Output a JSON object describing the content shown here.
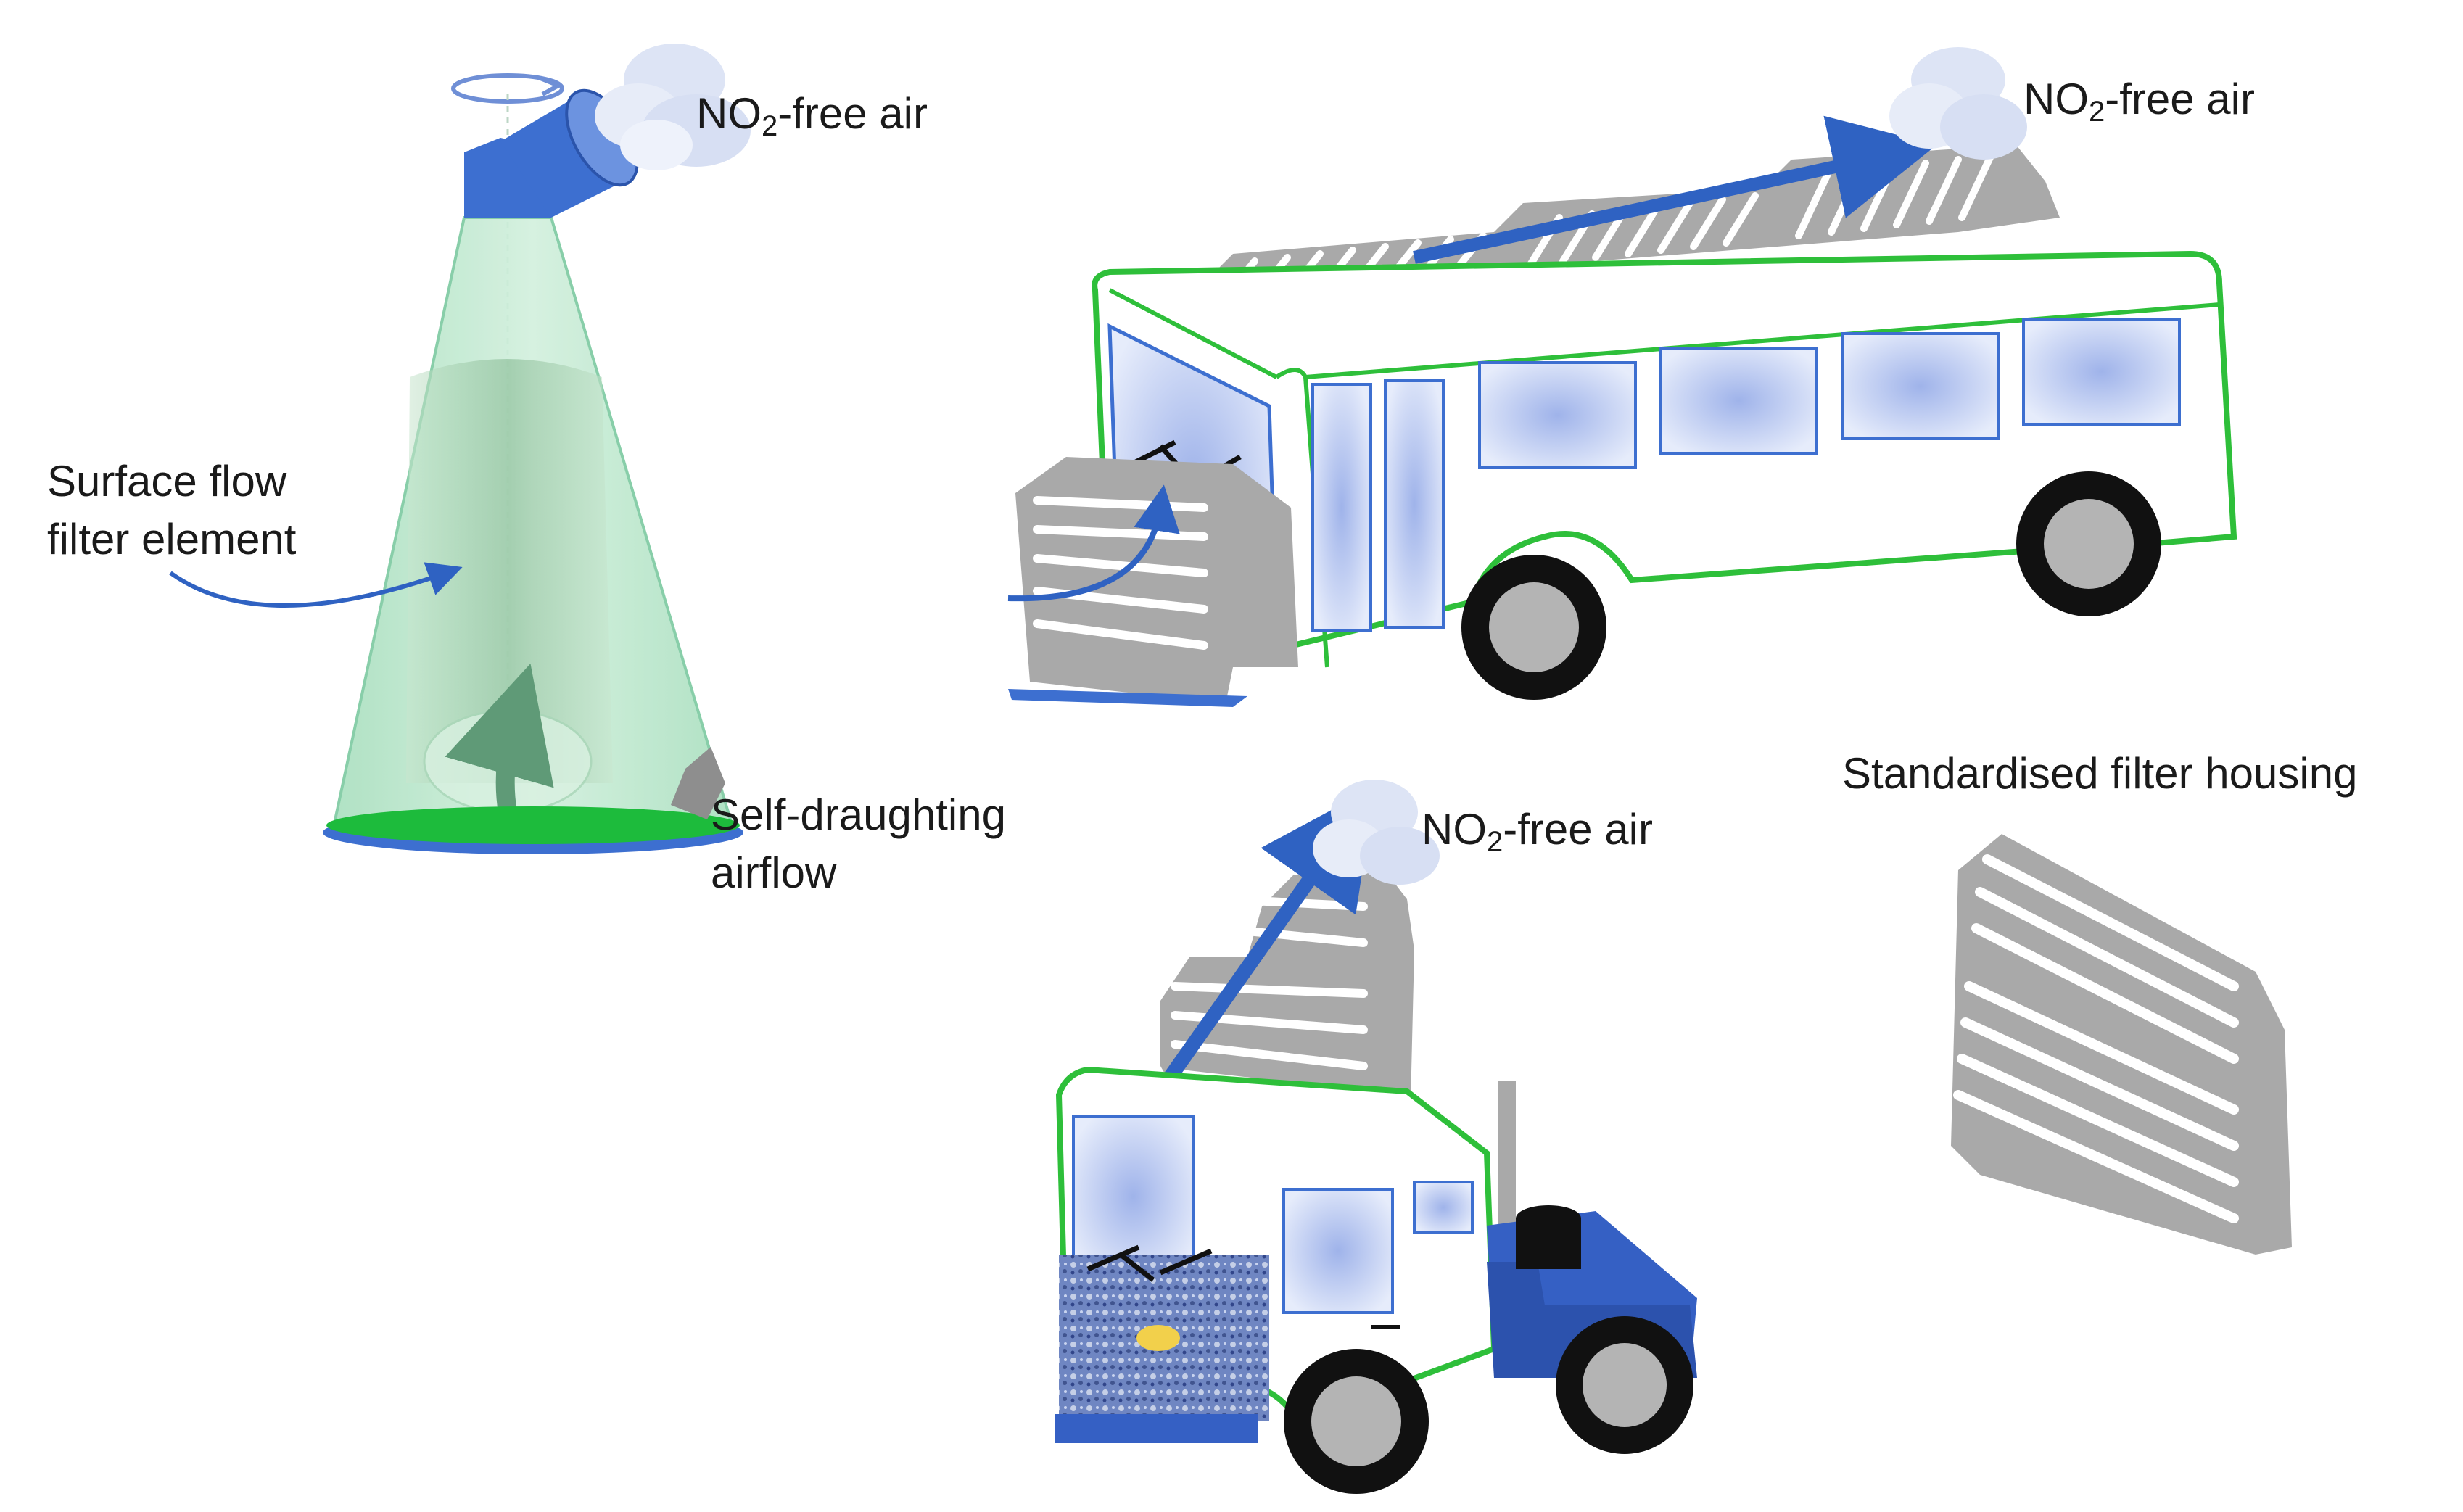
{
  "labels": {
    "no2_part1": "NO",
    "no2_sub": "2",
    "no2_part2": "-free air",
    "surface_flow_line1": "Surface flow",
    "surface_flow_line2": "filter element",
    "self_draughting_line1": "Self-draughting",
    "self_draughting_line2": "airflow",
    "standardised_housing": "Standardised filter housing"
  },
  "colors": {
    "cone_fill": "#bfe8cf",
    "cone_edge": "#7cc9a0",
    "cap_blue": "#3d6fd0",
    "base_green": "#1dbb3c",
    "vehicle_outline": "#2ebf3a",
    "filter_gray": "#a9a9a9",
    "filter_slot": "#ffffff",
    "window_blue": "#b8c8ee",
    "arrow_blue": "#2f62c2",
    "cab_blue": "#3560c4",
    "tyre_dark": "#111111",
    "hub_gray": "#b4b4b4",
    "cloud": "#dde4f5"
  },
  "icons": [
    "rotation-arrow-icon",
    "cloud-icon",
    "airflow-arrow-icon",
    "wiper-icon",
    "headlight-icon"
  ]
}
